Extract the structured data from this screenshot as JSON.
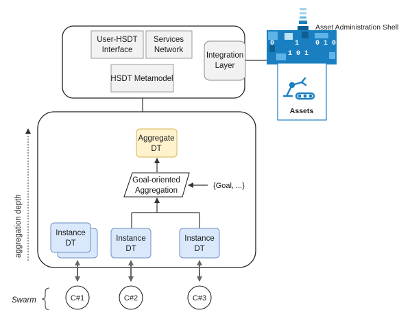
{
  "top_block": {
    "user_hsdt_interface": [
      "User-HSDT",
      "Interface"
    ],
    "services_network": [
      "Services",
      "Network"
    ],
    "hsdt_metamodel": "HSDT Metamodel",
    "integration_layer": [
      "Integration",
      "Layer"
    ]
  },
  "aas": {
    "title": "Asset Administration Shell",
    "bits_top": [
      "0",
      "1",
      "0 1 0"
    ],
    "bits_bottom": "1 0 1",
    "assets_label": "Assets",
    "colors": {
      "band": "#1a7fc1",
      "band_light": "#5fb4e6",
      "frame": "#0f5f93"
    }
  },
  "main": {
    "axis_label": "aggregation depth",
    "aggregate_dt": [
      "Aggregate",
      "DT"
    ],
    "goal_aggregation": [
      "Goal-oriented",
      "Aggregation"
    ],
    "goal_input": "{Goal, ...}",
    "instance_label": [
      "Instance",
      "DT"
    ],
    "colors": {
      "instance_fill": "#dae8fc",
      "instance_stroke": "#6c8ebf",
      "aggregate_fill": "#fff2cc",
      "aggregate_stroke": "#d6b656"
    }
  },
  "swarm": {
    "label": "Swarm",
    "nodes": [
      "C#1",
      "C#2",
      "C#3"
    ]
  }
}
